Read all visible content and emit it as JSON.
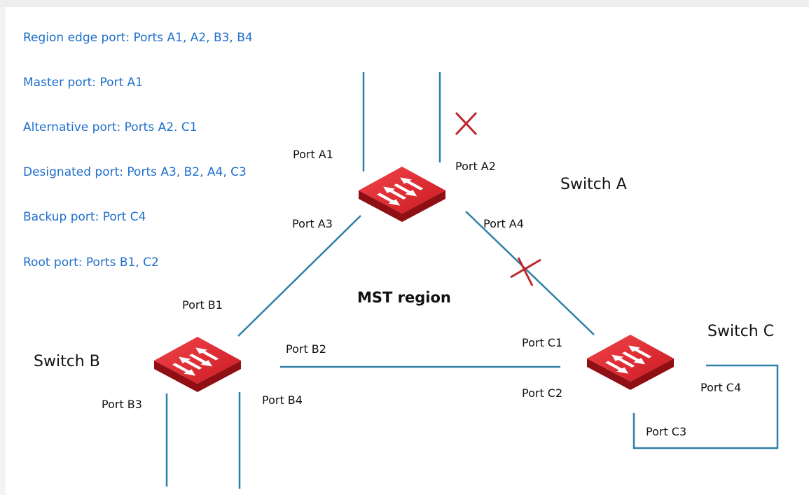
{
  "legend": {
    "edge": "Region edge port: Ports A1, A2, B3, B4",
    "master": "Master port: Port A1",
    "alternative": "Alternative port: Ports A2. C1",
    "designated": "Designated port: Ports A3, B2, A4, C3",
    "backup": "Backup port: Port C4",
    "root": "Root port: Ports B1, C2"
  },
  "region_label": "MST region",
  "switches": {
    "a": "Switch A",
    "b": "Switch B",
    "c": "Switch C"
  },
  "ports": {
    "a1": "Port A1",
    "a2": "Port A2",
    "a3": "Port A3",
    "a4": "Port A4",
    "b1": "Port B1",
    "b2": "Port B2",
    "b3": "Port B3",
    "b4": "Port B4",
    "c1": "Port C1",
    "c2": "Port C2",
    "c3": "Port C3",
    "c4": "Port C4"
  },
  "colors": {
    "legend_text": "#1f6fcb",
    "link": "#2f7fa8",
    "switch_red": "#d81f26",
    "blocked_mark": "#c0262d"
  }
}
